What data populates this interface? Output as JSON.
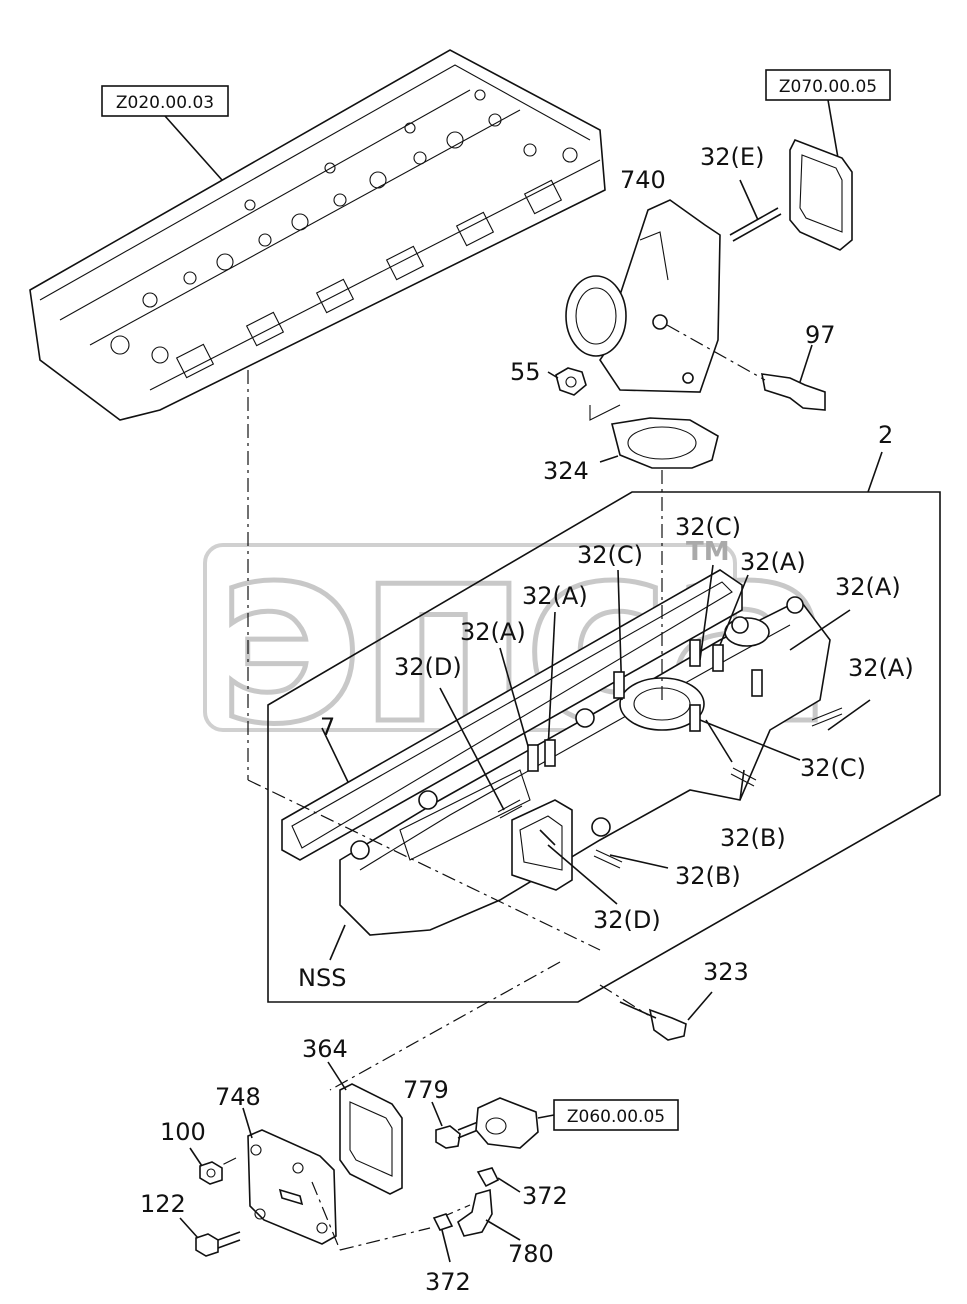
{
  "refs": {
    "head": "Z020.00.03",
    "gasket_top": "Z070.00.05",
    "sensor_pipe": "Z060.00.05"
  },
  "labels": {
    "p32e": "32(E)",
    "p740": "740",
    "p97": "97",
    "p55": "55",
    "p324": "324",
    "p2": "2",
    "p32c_1": "32(C)",
    "p32c_2": "32(C)",
    "p32c_3": "32(C)",
    "p32a_1": "32(A)",
    "p32a_2": "32(A)",
    "p32a_3": "32(A)",
    "p32a_4": "32(A)",
    "p32a_5": "32(A)",
    "p32d_1": "32(D)",
    "p32d_2": "32(D)",
    "p32b_1": "32(B)",
    "p32b_2": "32(B)",
    "p7": "7",
    "nss": "NSS",
    "p323": "323",
    "p364": "364",
    "p748": "748",
    "p779": "779",
    "p100": "100",
    "p372_1": "372",
    "p372_2": "372",
    "p122": "122",
    "p780": "780"
  },
  "watermark": {
    "text": "эпса",
    "tm": "TM"
  }
}
